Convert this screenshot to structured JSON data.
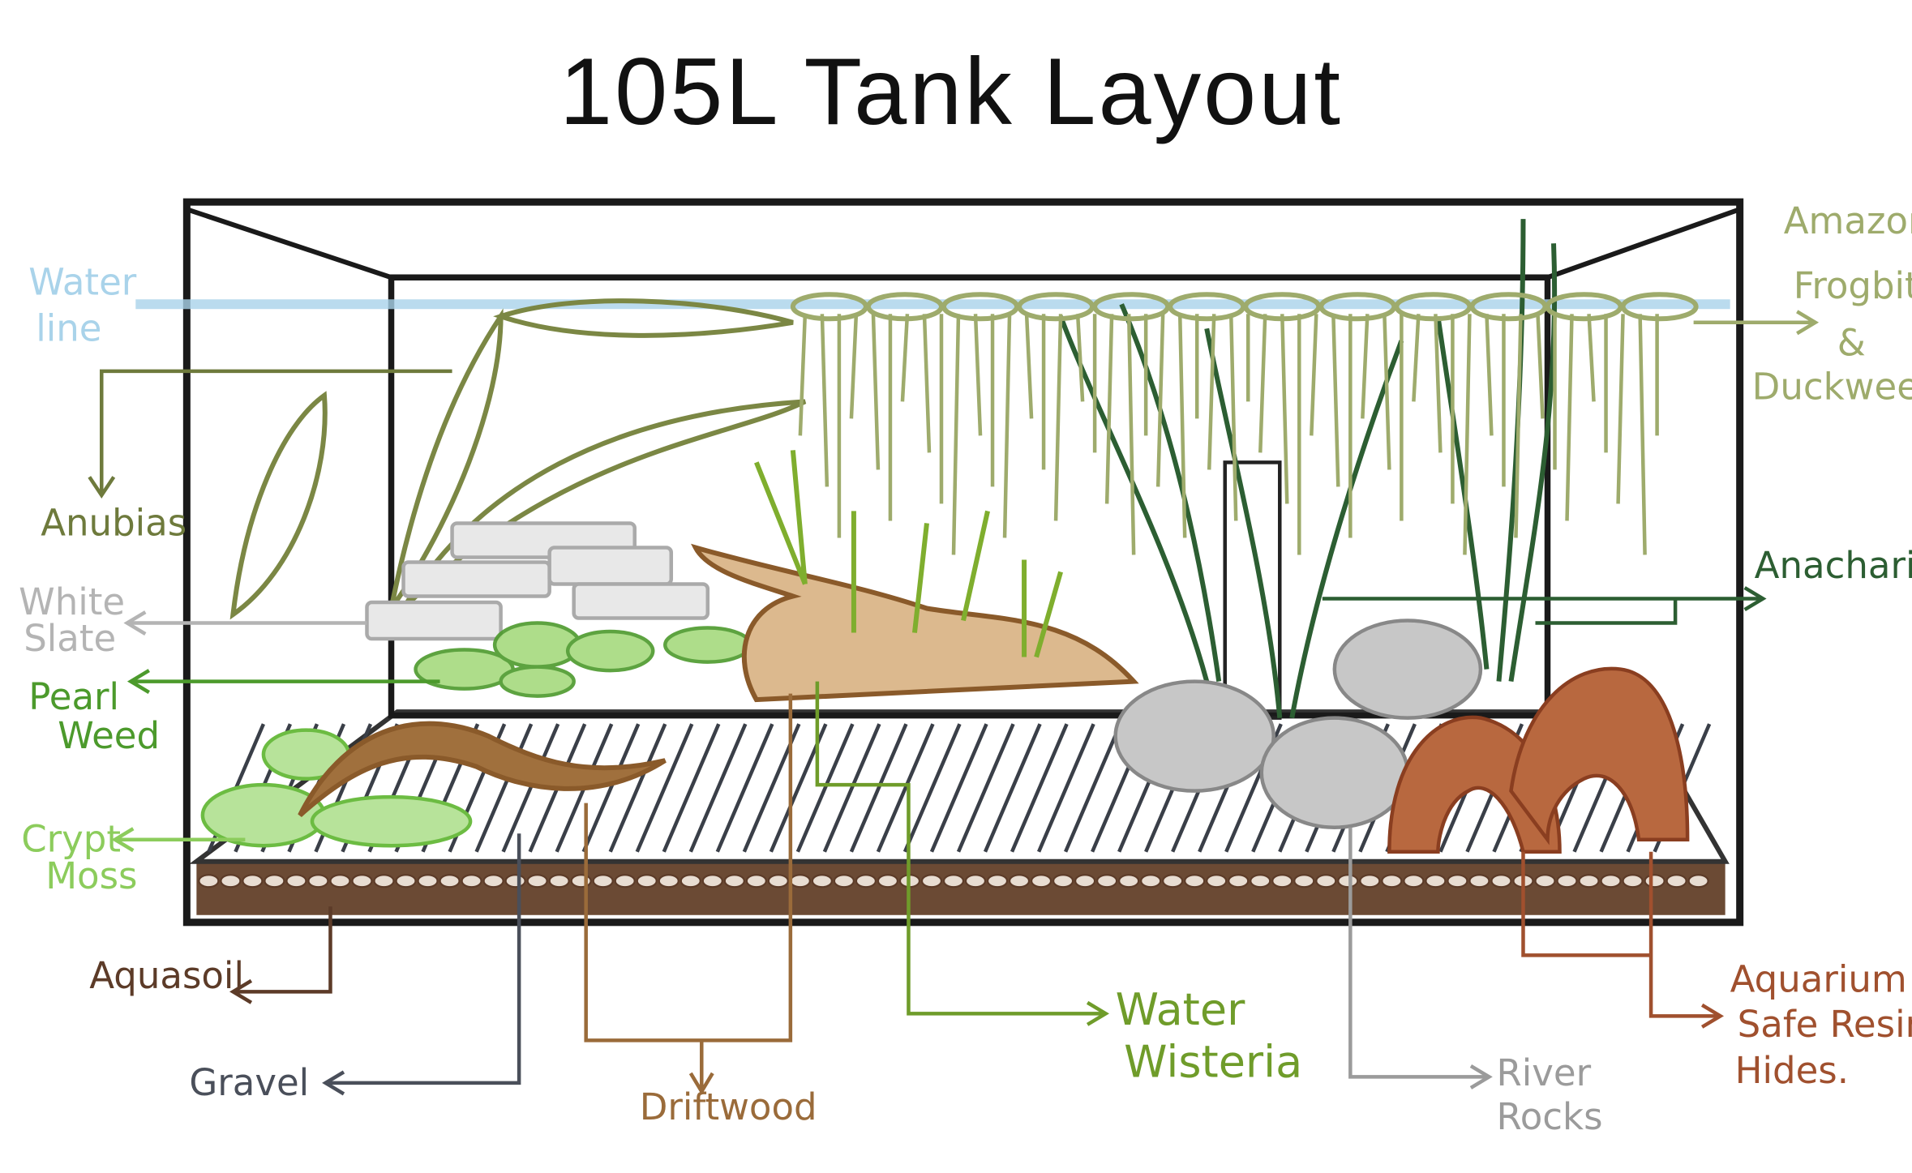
{
  "title": "105L Tank Layout",
  "labels": {
    "water_line": [
      "Water",
      "line"
    ],
    "anubias": [
      "Anubias"
    ],
    "white_slate": [
      "White",
      "Slate"
    ],
    "pearl_weed": [
      "Pearl",
      "Weed"
    ],
    "crypt_moss": [
      "Crypt",
      "Moss"
    ],
    "aquasoil": [
      "Aquasoil"
    ],
    "gravel": [
      "Gravel"
    ],
    "driftwood": [
      "Driftwood"
    ],
    "water_wisteria": [
      "Water",
      "Wisteria"
    ],
    "river_rocks": [
      "River",
      "Rocks"
    ],
    "hides": [
      "Aquarium",
      "Safe Resin",
      "Hides."
    ],
    "anacharis": [
      "Anacharis"
    ],
    "frogbit": [
      "Amazon",
      "Frogbit",
      "&",
      "Duckweed"
    ]
  },
  "colors": {
    "water_line": "#a9d3ea",
    "anubias": "#6e7a3c",
    "white_slate": "#b4b4b4",
    "pearl_weed": "#4c9a2c",
    "crypt_moss": "#8ccc5c",
    "aquasoil": "#5c3b28",
    "gravel": "#4a4f5a",
    "driftwood": "#9a6b3a",
    "water_wisteria": "#6f9c2a",
    "river_rocks": "#9b9b9b",
    "hides": "#a0502e",
    "anacharis": "#2c5e32",
    "frogbit": "#9eab6c",
    "frame": "#1a1a1a"
  }
}
